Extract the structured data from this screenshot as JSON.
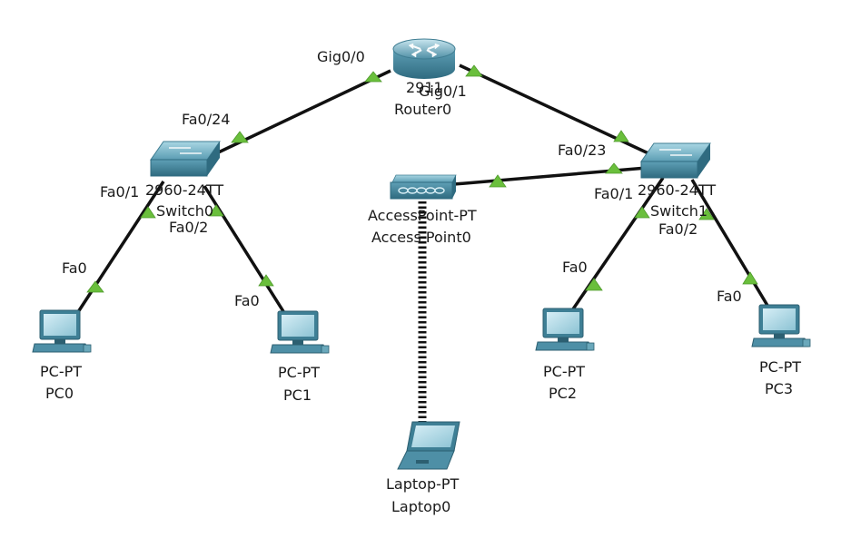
{
  "devices": {
    "router": {
      "model": "2911",
      "name": "Router0"
    },
    "switch0": {
      "model": "2960-24TT",
      "name": "Switch0"
    },
    "switch1": {
      "model": "2960-24TT",
      "name": "Switch1"
    },
    "access_point": {
      "model": "AccessPoint-PT",
      "name": "Access Point0"
    },
    "laptop": {
      "model": "Laptop-PT",
      "name": "Laptop0"
    },
    "pc0": {
      "model": "PC-PT",
      "name": "PC0"
    },
    "pc1": {
      "model": "PC-PT",
      "name": "PC1"
    },
    "pc2": {
      "model": "PC-PT",
      "name": "PC2"
    },
    "pc3": {
      "model": "PC-PT",
      "name": "PC3"
    }
  },
  "ports": {
    "router_gig00": "Gig0/0",
    "router_gig01": "Gig0/1",
    "switch0_fa024": "Fa0/24",
    "switch0_fa01": "Fa0/1",
    "switch0_fa02": "Fa0/2",
    "switch1_fa023": "Fa0/23",
    "switch1_fa01": "Fa0/1",
    "switch1_fa02": "Fa0/2",
    "pc0_fa0": "Fa0",
    "pc1_fa0": "Fa0",
    "pc2_fa0": "Fa0",
    "pc3_fa0": "Fa0"
  },
  "colors": {
    "link": "#111111",
    "link_up_indicator": "#6abf3c",
    "device_teal": "#4e8fa6",
    "device_teal_dark": "#2f6b80",
    "device_teal_light": "#8cc3d4"
  }
}
